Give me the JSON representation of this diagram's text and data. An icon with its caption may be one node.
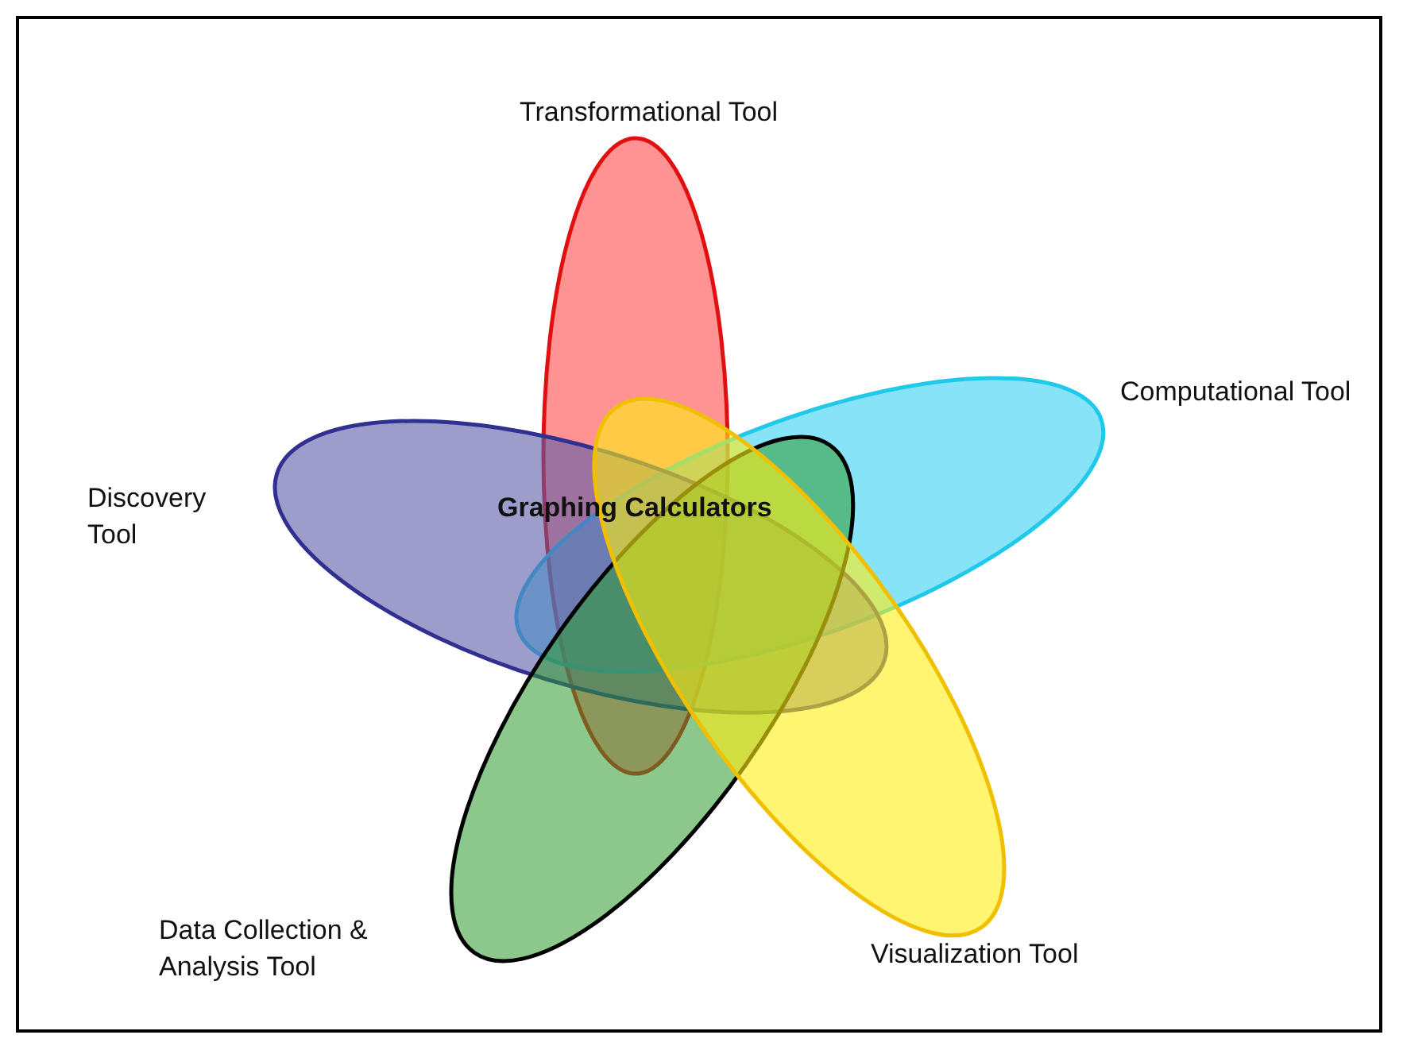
{
  "diagram": {
    "nodes": [
      {
        "text": [
          "Transformational Tool"
        ]
      },
      {
        "text": [
          "Computational Tool"
        ]
      },
      {
        "text": [
          "Discovery Tool"
        ]
      },
      {
        "text": [
          "Data Collection & Analysis Tool"
        ]
      },
      {
        "text": [
          "Visualization Tool"
        ]
      }
    ],
    "labels": [
      "Graphing Calculators"
    ]
  }
}
